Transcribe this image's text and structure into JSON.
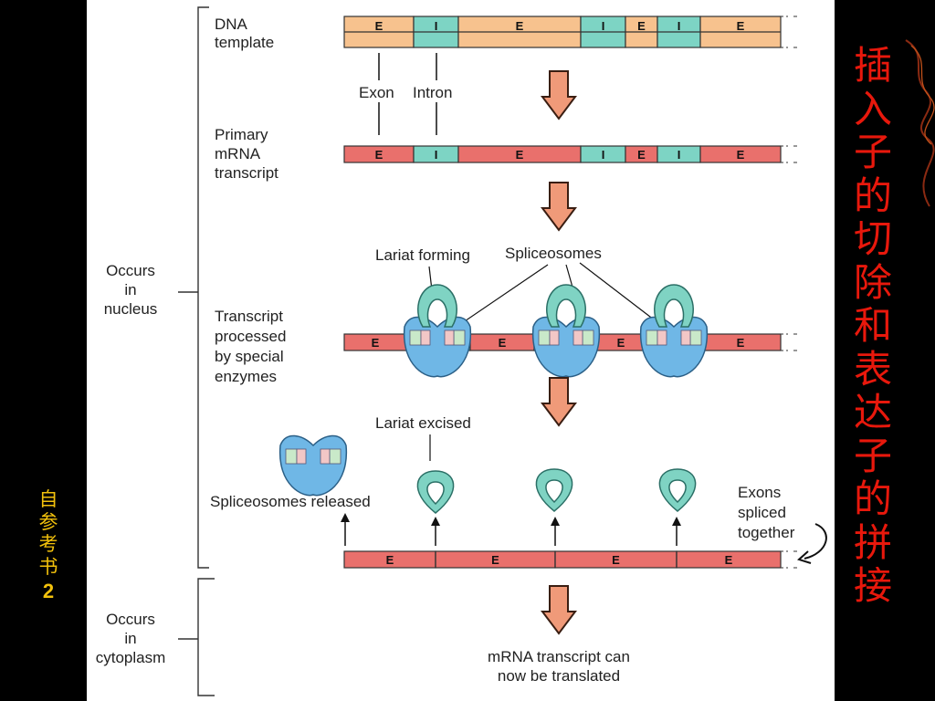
{
  "side_title": "插入子的切除和表达子的拼接",
  "reference": {
    "text": "自参考书",
    "number": "2"
  },
  "colors": {
    "exon_dna": "#f7c28e",
    "intron": "#7dd4c4",
    "exon_mrna": "#e9706c",
    "spliceosome": "#6fb7e6",
    "lariat": "#7fd3c3",
    "arrow": "#f09a79",
    "arrow_stroke": "#3a1e12",
    "side_title": "#e8180c",
    "reference": "#f2c10c"
  },
  "icons": {
    "process_arrow": "down-block-arrow",
    "squiggle": "decorative-squiggle"
  },
  "diagram": {
    "stage_labels": {
      "dna_template": "DNA\ntemplate",
      "primary_mrna": "Primary\nmRNA\ntranscript",
      "processed": "Transcript\nprocessed\nby special\nenzymes"
    },
    "location_labels": {
      "nucleus": "Occurs\nin\nnucleus",
      "cytoplasm": "Occurs\nin\ncytoplasm"
    },
    "annotations": {
      "exon": "Exon",
      "intron": "Intron",
      "lariat_forming": "Lariat forming",
      "spliceosomes": "Spliceosomes",
      "lariat_excised": "Lariat excised",
      "spliceosomes_released": "Spliceosomes released",
      "exons_spliced": "Exons\nspliced\ntogether",
      "final": "mRNA transcript can\nnow be translated"
    },
    "segment_labels": {
      "exon": "E",
      "intron": "I"
    },
    "dna_segments": [
      "E",
      "I",
      "E",
      "I",
      "E",
      "I",
      "E"
    ],
    "primary_segments": [
      "E",
      "I",
      "E",
      "I",
      "E",
      "I",
      "E"
    ],
    "processed_exons": [
      "E",
      "E",
      "E",
      "E"
    ],
    "final_exons": [
      "E",
      "E",
      "E",
      "E"
    ]
  }
}
